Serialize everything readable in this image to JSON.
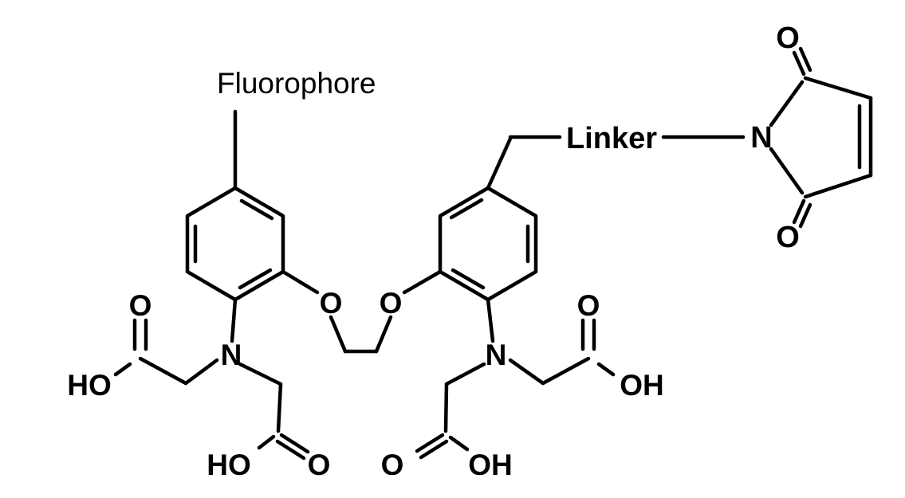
{
  "molecule": {
    "fluorophore_label": "Fluorophore",
    "linker_label": "Linker"
  },
  "atoms": {
    "O": "O",
    "N": "N",
    "HO": "HO",
    "OH": "OH"
  },
  "colors": {
    "bond": "#000000",
    "text": "#000000",
    "background": "#ffffff"
  }
}
